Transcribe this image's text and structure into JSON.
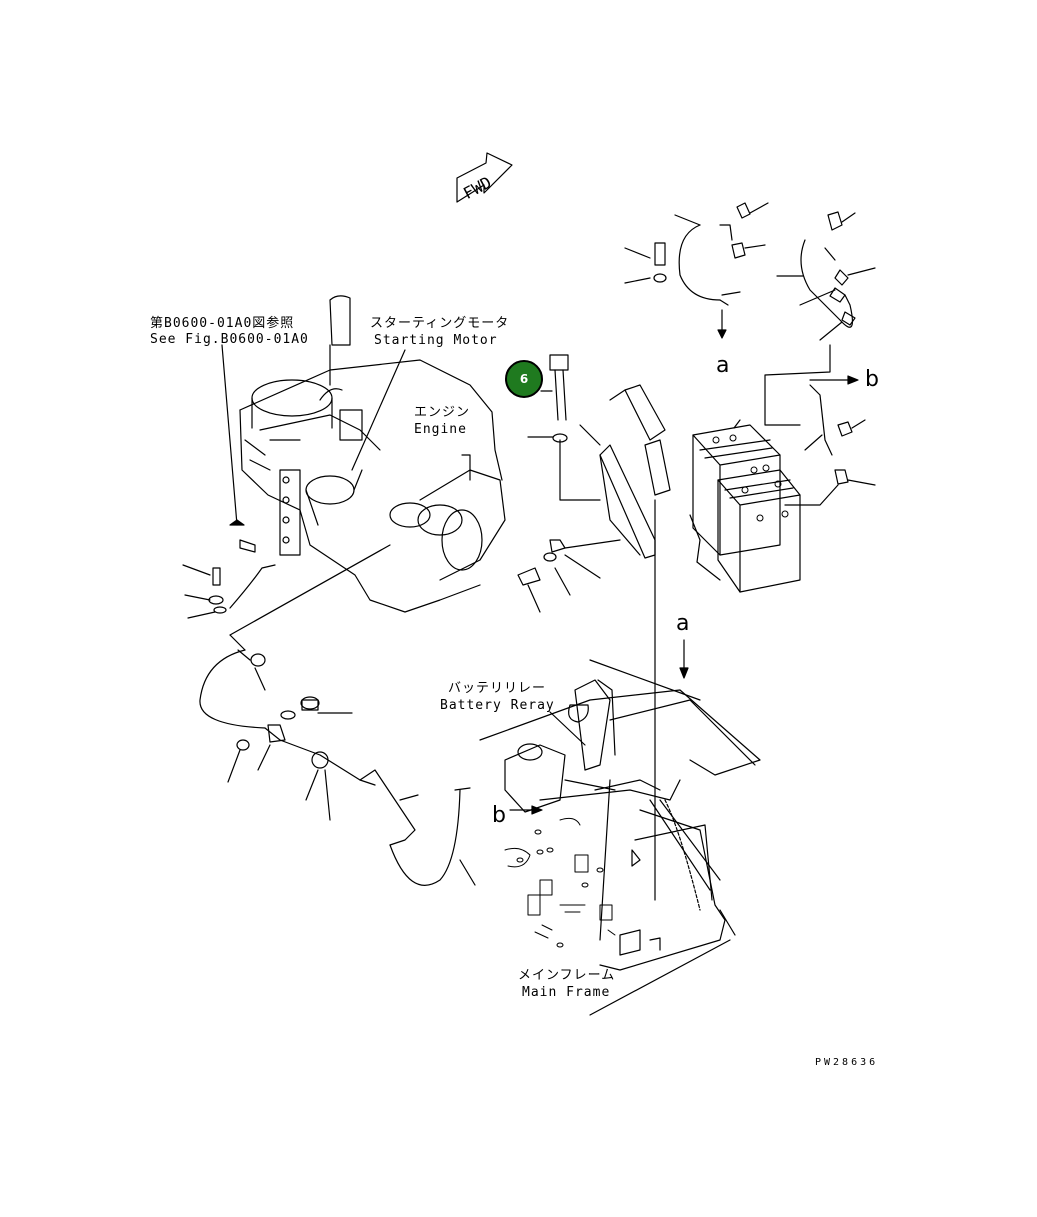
{
  "diagram": {
    "fwd_label": "FWD",
    "callouts": {
      "a_top": "a",
      "a_right": "a",
      "b_top": "b",
      "b_bottom": "b"
    },
    "labels": {
      "see_fig_ja": "第B0600-01A0図参照",
      "see_fig_en": "See Fig.B0600-01A0",
      "starting_motor_ja": "スターティングモータ",
      "starting_motor_en": "Starting Motor",
      "engine_ja": "エンジン",
      "engine_en": "Engine",
      "battery_relay_ja": "バッテリリレー",
      "battery_relay_en": "Battery Reray",
      "main_frame_ja": "メインフレーム",
      "main_frame_en": "Main Frame"
    },
    "part_badge": {
      "number": "6",
      "color": "#1f7a1f"
    },
    "drawing_code": "PW28636"
  }
}
